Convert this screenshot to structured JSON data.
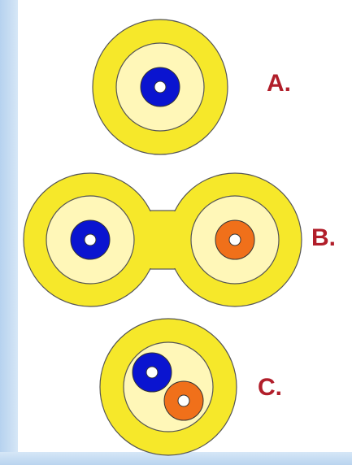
{
  "cables": [
    {
      "label": "A.",
      "fibers": [
        {
          "color": "#0a14d0"
        }
      ]
    },
    {
      "label": "B.",
      "fibers": [
        {
          "color": "#0a14d0"
        },
        {
          "color": "#f0701a"
        }
      ]
    },
    {
      "label": "C.",
      "fibers": [
        {
          "color": "#0a14d0"
        },
        {
          "color": "#f0701a"
        }
      ]
    }
  ],
  "colors": {
    "jacket": "#f6e82a",
    "buffer": "#fff7b8",
    "outline": "#555555",
    "fiber_core": "#ffffff",
    "label": "#b11e2a",
    "background": "#cfe3f5"
  }
}
